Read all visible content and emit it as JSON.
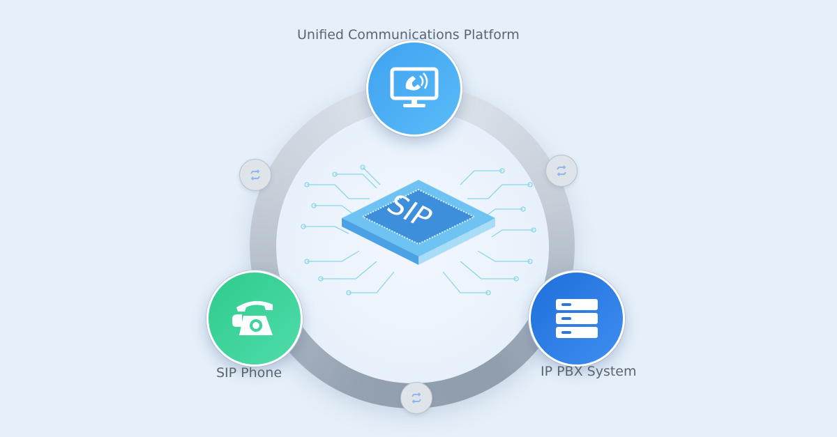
{
  "diagram": {
    "center": {
      "label": "SIP",
      "icon": "chip-icon"
    },
    "nodes": [
      {
        "id": "top",
        "label": "Unified Communications Platform",
        "icon": "monitor-phone-icon",
        "color": "#3ea2f0"
      },
      {
        "id": "left",
        "label": "SIP Phone",
        "icon": "telephone-icon",
        "color": "#2fcb8c"
      },
      {
        "id": "right",
        "label": "IP PBX System",
        "icon": "server-icon",
        "color": "#1e6fdc"
      }
    ],
    "connectors": [
      {
        "id": "top-left",
        "icon": "sync-icon"
      },
      {
        "id": "top-right",
        "icon": "sync-icon"
      },
      {
        "id": "bottom",
        "icon": "sync-icon"
      }
    ],
    "colors": {
      "background": "#e6f0fa",
      "ring": "#c6ced8",
      "label": "#5b6570",
      "sync_arrows": "#8fb8ee"
    }
  }
}
